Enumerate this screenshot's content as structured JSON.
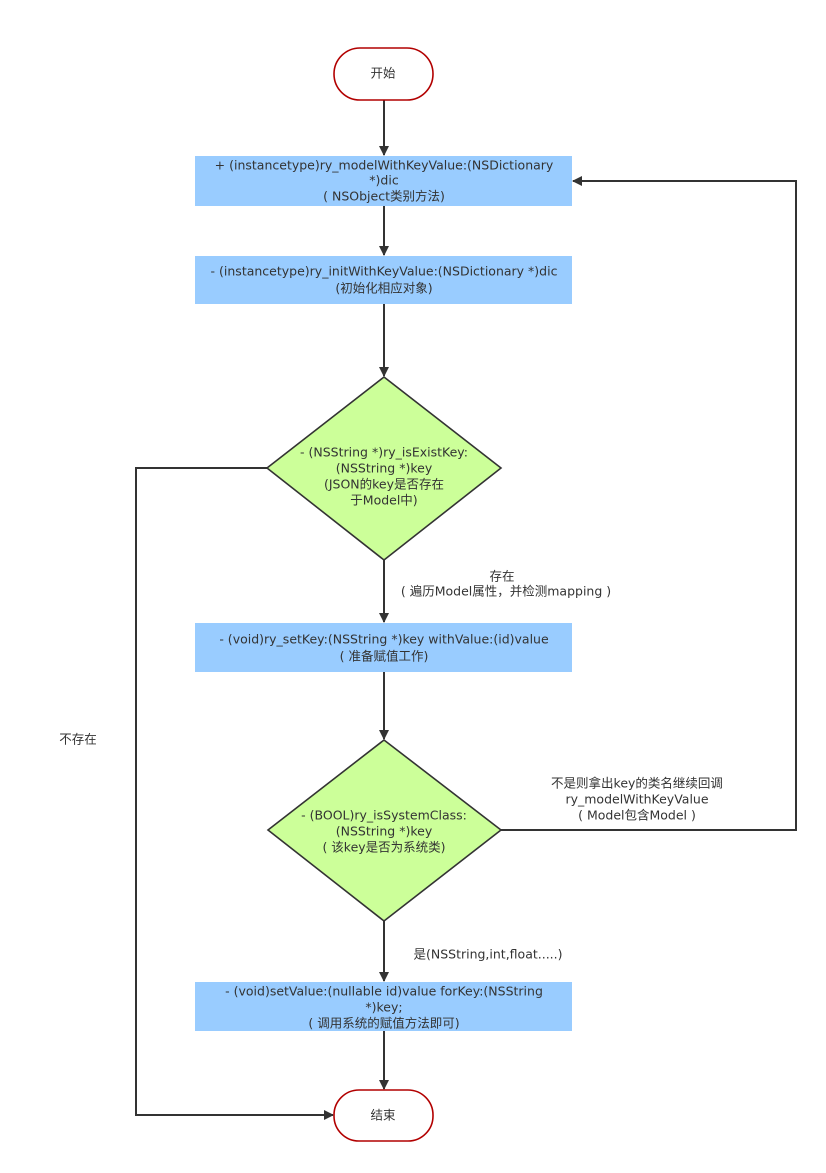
{
  "colors": {
    "process": "#99ccff",
    "decision": "#ccff99",
    "terminal_border": "#b20000",
    "edge": "#333333"
  },
  "nodes": {
    "start": {
      "label": "开始"
    },
    "model_with_key_value": {
      "lines": [
        "+ (instancetype)ry_modelWithKeyValue:(NSDictionary",
        "*)dic",
        "( NSObject类别方法)"
      ]
    },
    "init_with_key_value": {
      "lines": [
        "- (instancetype)ry_initWithKeyValue:(NSDictionary *)dic",
        "(初始化相应对象)"
      ]
    },
    "is_exist_key": {
      "lines": [
        "- (NSString *)ry_isExistKey:",
        "(NSString *)key",
        "(JSON的key是否存在",
        "于Model中)"
      ]
    },
    "set_key": {
      "lines": [
        "- (void)ry_setKey:(NSString *)key withValue:(id)value",
        "( 准备赋值工作)"
      ]
    },
    "is_system_class": {
      "lines": [
        "- (BOOL)ry_isSystemClass:",
        "(NSString *)key",
        "( 该key是否为系统类)"
      ]
    },
    "set_value": {
      "lines": [
        "- (void)setValue:(nullable id)value forKey:(NSString",
        "*)key;",
        "( 调用系统的赋值方法即可)"
      ]
    },
    "end": {
      "label": "结束"
    }
  },
  "edge_labels": {
    "exists": [
      "存在",
      "( 遍历Model属性，并检测mapping )"
    ],
    "not_exists": "不存在",
    "not_system": [
      "不是则拿出key的类名继续回调",
      "ry_modelWithKeyValue",
      "( Model包含Model )"
    ],
    "is_system": "是(NSString,int,float.....)"
  }
}
